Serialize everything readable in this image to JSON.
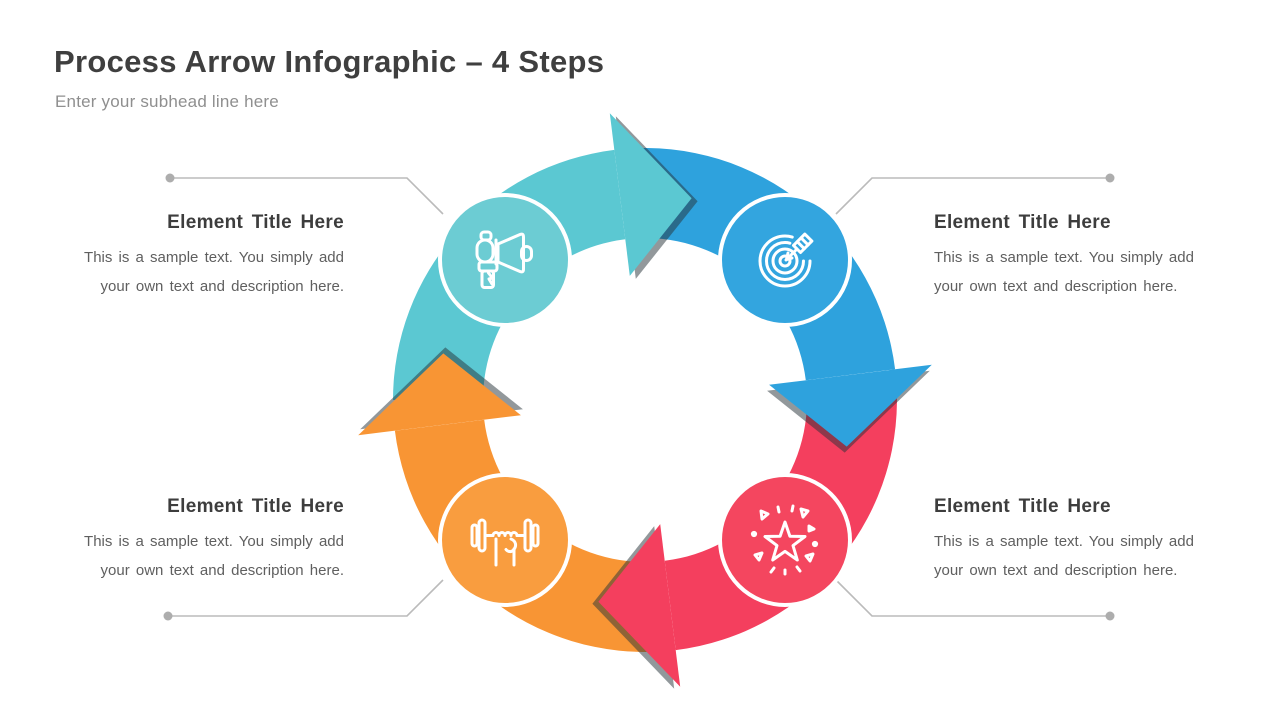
{
  "slide": {
    "title": "Process Arrow Infographic – 4 Steps",
    "subtitle": "Enter your subhead line here"
  },
  "elements": {
    "top_left": {
      "title": "Element Title Here",
      "desc_line1": "This is a sample text. You simply add",
      "desc_line2": "your own text and description here."
    },
    "top_right": {
      "title": "Element Title Here",
      "desc_line1": "This is a sample text. You simply add",
      "desc_line2": "your own text and description here."
    },
    "bottom_left": {
      "title": "Element Title Here",
      "desc_line1": "This is a sample text. You simply add",
      "desc_line2": "your own text and description here."
    },
    "bottom_right": {
      "title": "Element Title Here",
      "desc_line1": "This is a sample text. You simply add",
      "desc_line2": "your own text and description here."
    }
  },
  "diagram": {
    "steps": [
      {
        "icon": "megaphone-icon",
        "arrow_color": "#5BC8D2",
        "badge_color": "#6CCCD3"
      },
      {
        "icon": "dartboard-arrow-icon",
        "arrow_color": "#2EA2DD",
        "badge_color": "#33A5DF"
      },
      {
        "icon": "star-celebration-icon",
        "arrow_color": "#F43F5E",
        "badge_color": "#F4465F"
      },
      {
        "icon": "dumbbell-hand-icon",
        "arrow_color": "#F89534",
        "badge_color": "#F99D3F"
      }
    ],
    "icon_stroke": "#FFFFFF",
    "badge_ring": "#FFFFFF",
    "connector_color": "#BBBBBB",
    "dot_color": "#ADADAD",
    "shadow_color": "#263238"
  },
  "text_colors": {
    "title": "#3F3F3F",
    "subtitle": "#8F8F8F",
    "element_title": "#3D3D3D",
    "element_desc": "#5F5F5F"
  }
}
